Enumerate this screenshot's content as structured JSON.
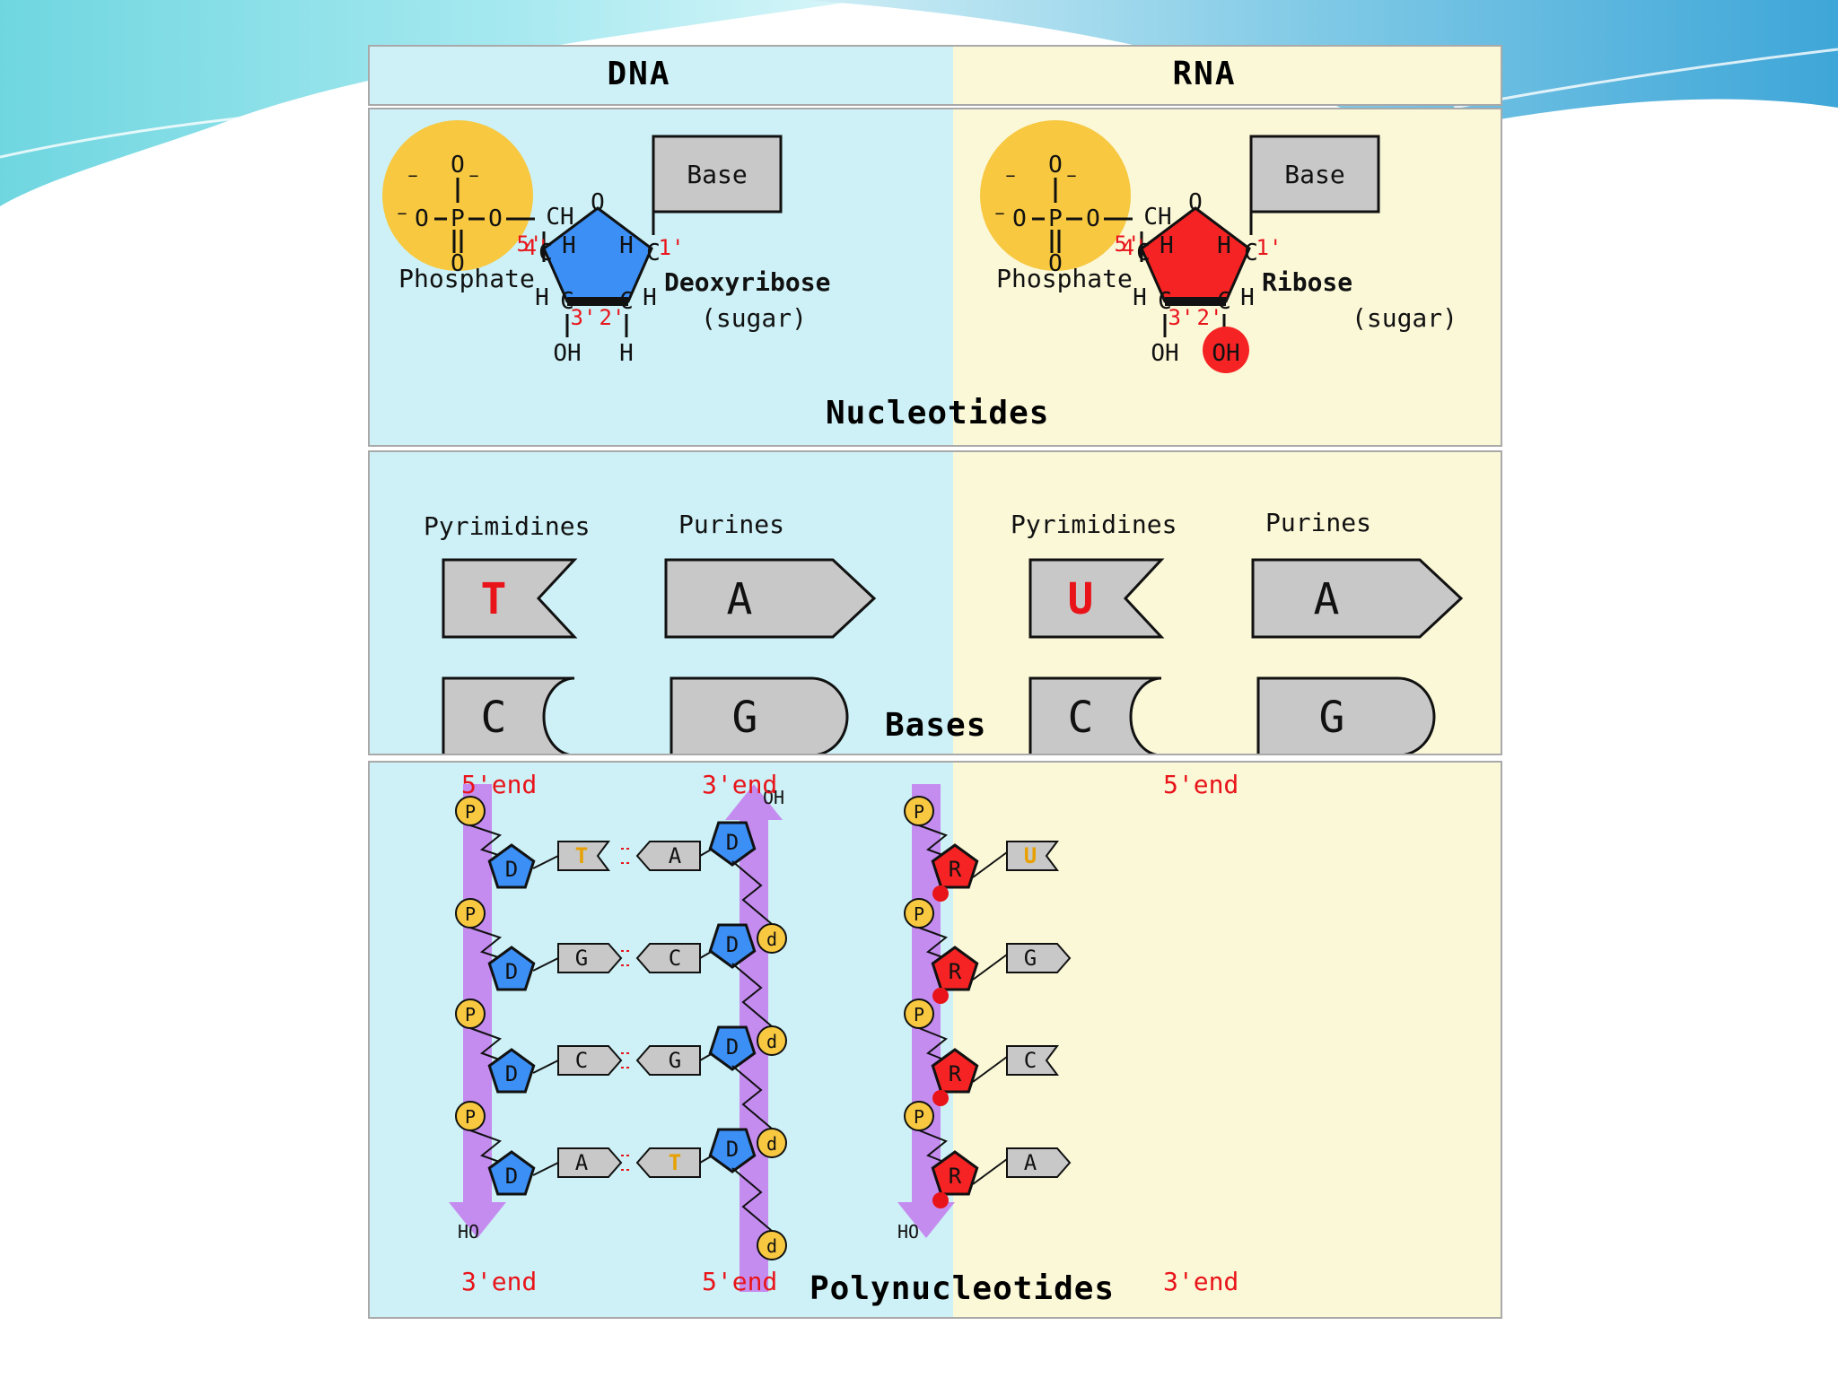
{
  "header": {
    "dna": "DNA",
    "rna": "RNA"
  },
  "nucleotides": {
    "caption": "Nucleotides",
    "dna": {
      "phosphate_label": "Phosphate",
      "base_label": "Base",
      "sugar_name": "Deoxyribose",
      "sugar_note": "(sugar)",
      "fill": "#3b8ff5"
    },
    "rna": {
      "phosphate_label": "Phosphate",
      "base_label": "Base",
      "sugar_name": "Ribose",
      "sugar_note": "(sugar)",
      "fill": "#f52323"
    },
    "phosphate_fill": "#f7c840",
    "atom_labels": {
      "o_minus_top": "O",
      "o_minus_left": "O",
      "p": "P",
      "o_link": "O",
      "o_bottom": "O",
      "ch2": "CH",
      "ring_o": "O",
      "c": "C",
      "h": "H",
      "oh": "OH"
    },
    "carbon_numbers": {
      "c5": "5'",
      "c4": "4'",
      "c3": "3'",
      "c2": "2'",
      "c1": "1'"
    }
  },
  "bases": {
    "caption": "Bases",
    "dna": {
      "pyrimidines_label": "Pyrimidines",
      "purines_label": "Purines",
      "pyrimidines": [
        "T",
        "C"
      ],
      "purines": [
        "A",
        "G"
      ]
    },
    "rna": {
      "pyrimidines_label": "Pyrimidines",
      "purines_label": "Purines",
      "pyrimidines": [
        "U",
        "C"
      ],
      "purines": [
        "A",
        "G"
      ]
    },
    "highlight_color": "#e8141a",
    "block_fill": "#c8c8c8"
  },
  "polynucleotides": {
    "caption": "Polynucleotides",
    "dna": {
      "left_strand": {
        "top_label": "5'end",
        "bottom_label": "3'end",
        "sugar": "D",
        "phosphate": "P",
        "end_group": "HO"
      },
      "right_strand": {
        "top_label": "3'end",
        "bottom_label": "5'end",
        "sugar": "D",
        "phosphate": "P",
        "end_group": "OH"
      },
      "pairs": [
        [
          "T",
          "A"
        ],
        [
          "G",
          "C"
        ],
        [
          "C",
          "G"
        ],
        [
          "A",
          "T"
        ]
      ]
    },
    "rna": {
      "strand": {
        "top_label": "5'end",
        "bottom_label": "3'end",
        "sugar": "R",
        "phosphate": "P",
        "end_group": "HO"
      },
      "bases": [
        "U",
        "G",
        "C",
        "A"
      ]
    },
    "arrow_color": "#c58cf0"
  }
}
